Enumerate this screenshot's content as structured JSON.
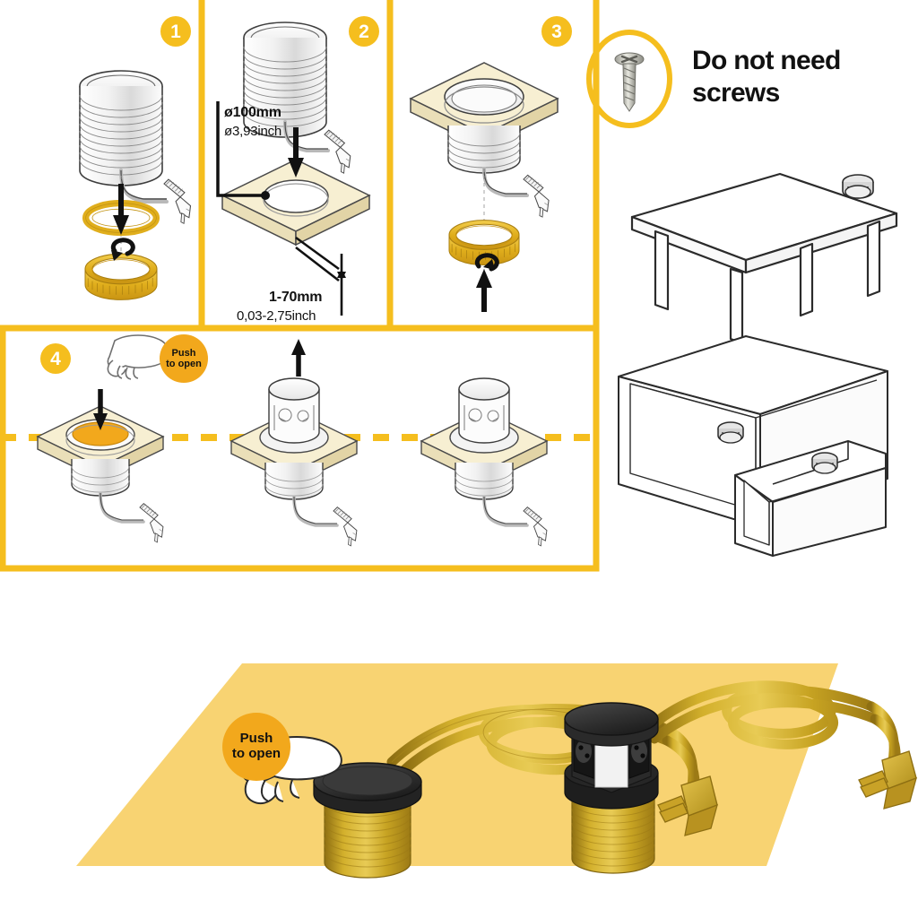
{
  "colors": {
    "frame_yellow": "#F5BE1E",
    "badge_yellow": "#F5BE1E",
    "pill_orange": "#F2A81C",
    "wood_fill": "#F7EFD2",
    "wood_edge": "#EADFB8",
    "ring_gold": "#E8B82A",
    "ring_gold_dark": "#C79A18",
    "metal_light": "#FAFAFA",
    "metal_stroke": "#4A4A4A",
    "panel_bg_yellow": "#F8D372",
    "product_brass": "#C9A227",
    "product_black": "#2B2B2B",
    "text_black": "#111111",
    "outline_gray": "#555555"
  },
  "steps": [
    {
      "number": "1",
      "name": "insert-gasket-and-locking-ring"
    },
    {
      "number": "2",
      "name": "drill-hole-in-worktop"
    },
    {
      "number": "3",
      "name": "screw-locking-ring-from-below"
    },
    {
      "number": "4",
      "name": "push-to-open-operation"
    }
  ],
  "dimensions": {
    "hole_diameter_metric": "ø100mm",
    "hole_diameter_imperial": "ø3,93inch",
    "thickness_metric": "1-70mm",
    "thickness_imperial": "0,03-2,75inch"
  },
  "callouts": {
    "no_screws_line1": "Do not need",
    "no_screws_line2": "screws",
    "push_to_open_line1": "Push",
    "push_to_open_line2": "to open"
  },
  "scenes": {
    "table_label": "table-mount-example",
    "cabinet_upper_label": "cabinet-mount-example-upper",
    "cabinet_lower_label": "cabinet-mount-example-lower"
  },
  "product_showcase": {
    "closed_product_label": "pop-up-socket-closed",
    "open_product_label": "pop-up-socket-open-with-outlets"
  }
}
